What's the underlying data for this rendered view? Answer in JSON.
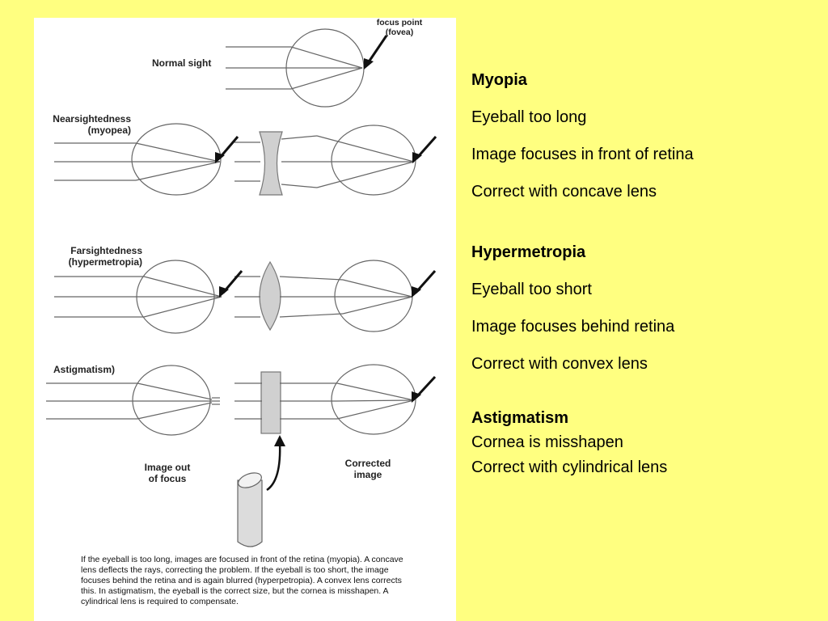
{
  "diagram": {
    "labels": {
      "focus_point": "focus point\n(fovea)",
      "normal_sight": "Normal sight",
      "nearsightedness": "Nearsightedness\n(myopea)",
      "farsightedness": "Farsightedness\n(hypermetropia)",
      "astigmatism": "Astigmatism)",
      "image_out_of_focus": "Image out\nof focus",
      "corrected_image": "Corrected\nimage"
    },
    "caption": "If the eyeball is too long, images are focused in front of the retina (myopia). A concave lens deflects the rays, correcting the problem. If the eyeball is too short, the image focuses behind the retina and is again blurred (hyperpetropia). A convex lens corrects this. In astigmatism, the eyeball is the correct size, but the cornea is misshapen. A cylindrical lens is required to compensate."
  },
  "notes": {
    "myopia": {
      "heading": "Myopia",
      "lines": [
        "Eyeball too long",
        "Image focuses in front of retina",
        "Correct with concave lens"
      ]
    },
    "hypermetropia": {
      "heading": "Hypermetropia",
      "lines": [
        "Eyeball too short",
        "Image focuses behind retina",
        "Correct with convex lens"
      ]
    },
    "astigmatism": {
      "heading": "Astigmatism",
      "lines": [
        "Cornea is misshapen",
        "Correct with cylindrical lens"
      ]
    }
  }
}
